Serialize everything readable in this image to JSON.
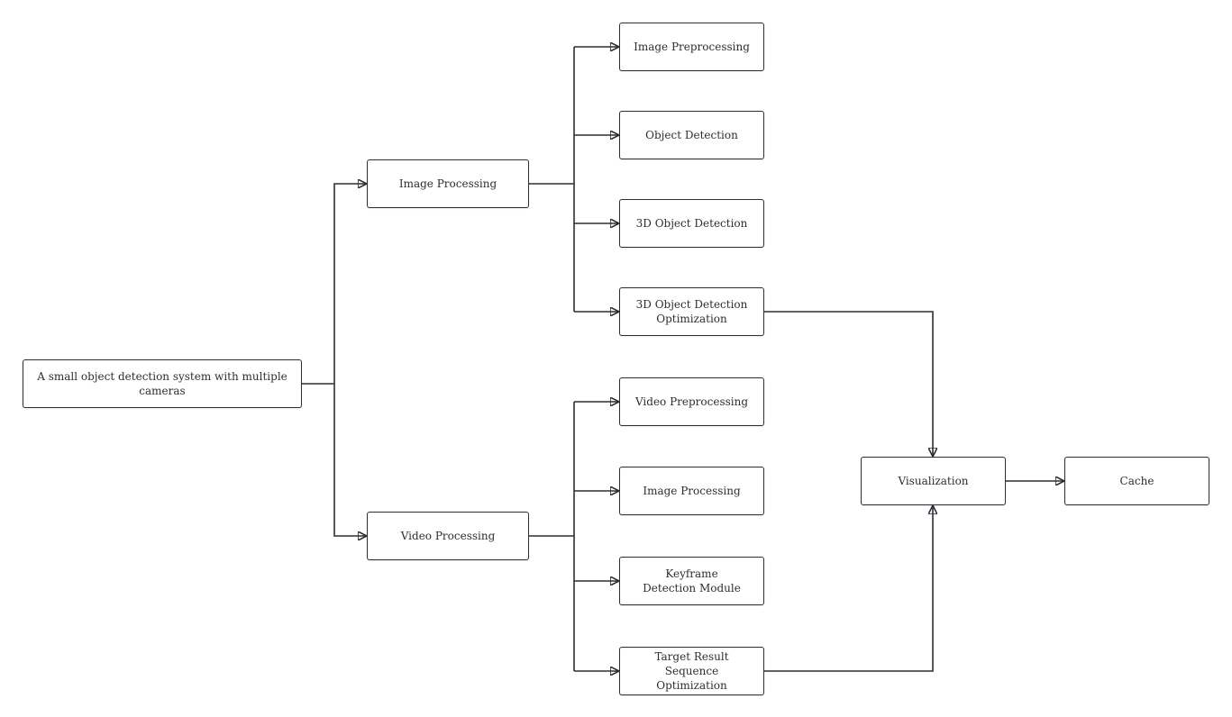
{
  "diagram": {
    "root": {
      "label": "A small object detection system with multiple cameras"
    },
    "image_branch": {
      "label": "Image Processing",
      "children": [
        "Image Preprocessing",
        "Object Detection",
        "3D Object Detection",
        "3D Object Detection Optimization"
      ]
    },
    "video_branch": {
      "label": "Video Processing",
      "children": [
        "Video Preprocessing",
        "Image Processing",
        "Keyframe Detection Module",
        "Target Result Sequence Optimization"
      ]
    },
    "visualization": {
      "label": "Visualization"
    },
    "cache": {
      "label": "Cache"
    }
  },
  "colors": {
    "stroke": "#2b2e33",
    "background": "#ffffff"
  }
}
